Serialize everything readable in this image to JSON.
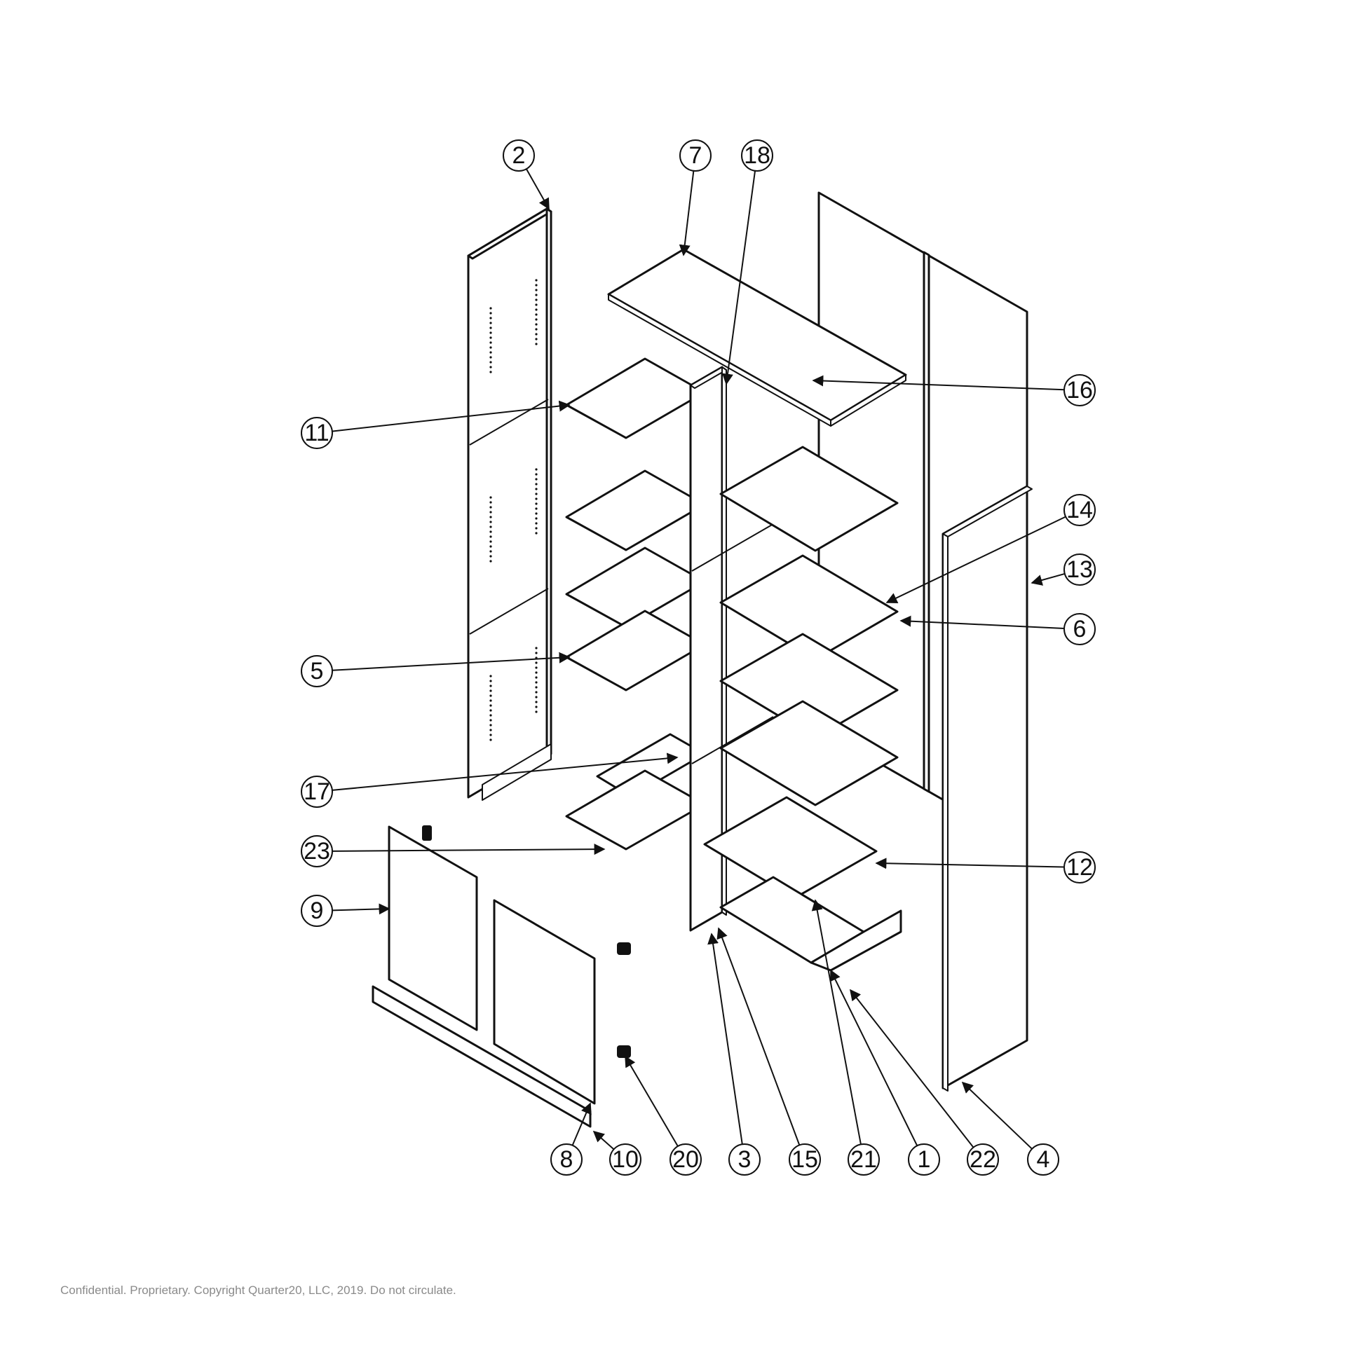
{
  "copyright": "Confidential. Proprietary. Copyright Quarter20, LLC, 2019. Do not circulate.",
  "callouts": [
    {
      "id": "c2",
      "label": "2"
    },
    {
      "id": "c7",
      "label": "7"
    },
    {
      "id": "c18",
      "label": "18"
    },
    {
      "id": "c16",
      "label": "16"
    },
    {
      "id": "c11",
      "label": "11"
    },
    {
      "id": "c14",
      "label": "14"
    },
    {
      "id": "c13",
      "label": "13"
    },
    {
      "id": "c6",
      "label": "6"
    },
    {
      "id": "c5",
      "label": "5"
    },
    {
      "id": "c17",
      "label": "17"
    },
    {
      "id": "c23",
      "label": "23"
    },
    {
      "id": "c12",
      "label": "12"
    },
    {
      "id": "c9",
      "label": "9"
    },
    {
      "id": "c8",
      "label": "8"
    },
    {
      "id": "c10",
      "label": "10"
    },
    {
      "id": "c20",
      "label": "20"
    },
    {
      "id": "c3",
      "label": "3"
    },
    {
      "id": "c15",
      "label": "15"
    },
    {
      "id": "c21",
      "label": "21"
    },
    {
      "id": "c1",
      "label": "1"
    },
    {
      "id": "c22",
      "label": "22"
    },
    {
      "id": "c4",
      "label": "4"
    }
  ]
}
